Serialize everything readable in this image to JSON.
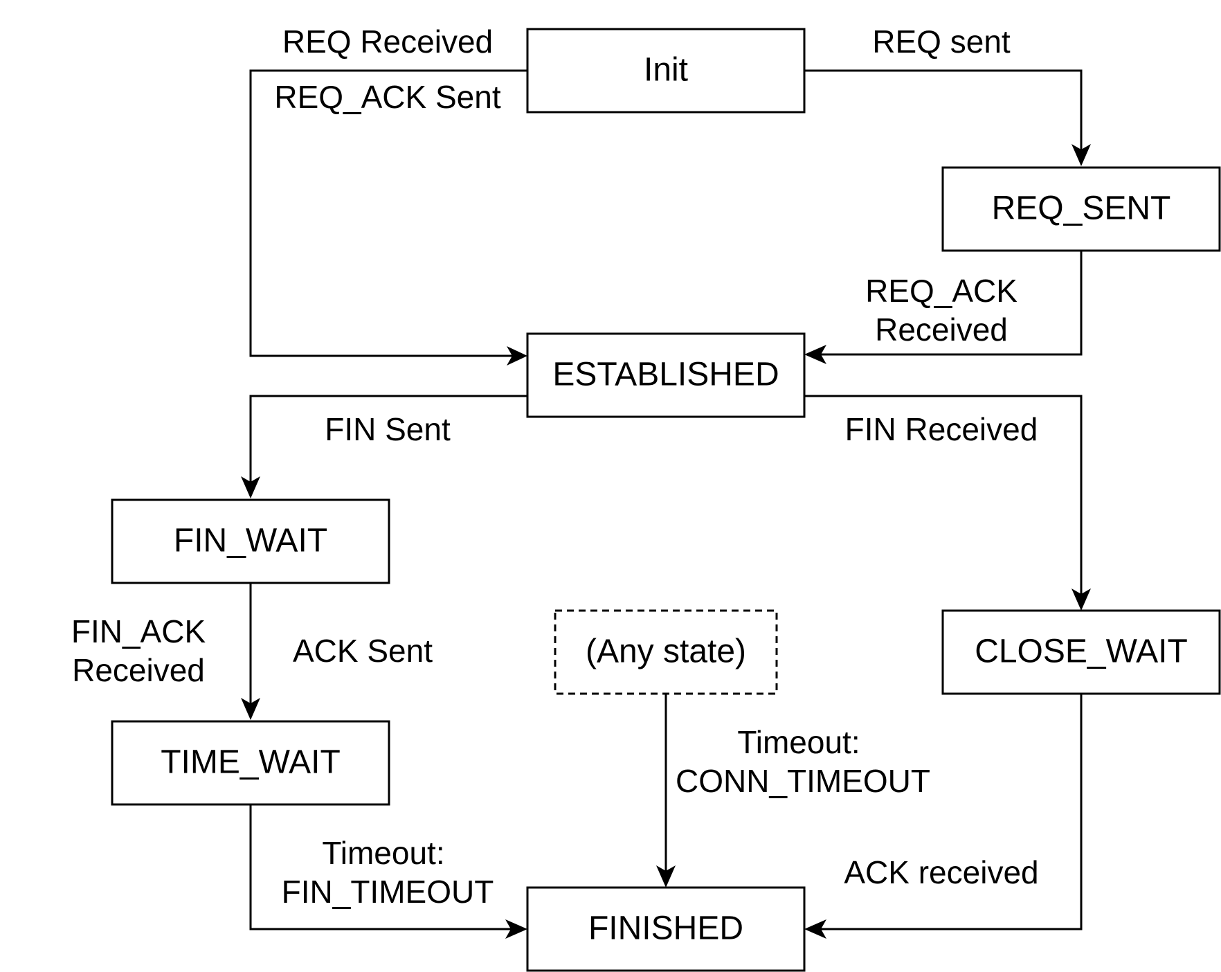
{
  "states": {
    "init": "Init",
    "req_sent": "REQ_SENT",
    "established": "ESTABLISHED",
    "fin_wait": "FIN_WAIT",
    "time_wait": "TIME_WAIT",
    "close_wait": "CLOSE_WAIT",
    "any_state": "(Any state)",
    "finished": "FINISHED"
  },
  "transitions": {
    "init_to_established": [
      "REQ Received",
      "REQ_ACK Sent"
    ],
    "init_to_req_sent": [
      "REQ sent"
    ],
    "req_sent_to_established": [
      "REQ_ACK",
      "Received"
    ],
    "established_to_fin_wait": [
      "FIN Sent"
    ],
    "established_to_close_wait": [
      "FIN Received"
    ],
    "fin_wait_to_time_wait_left": [
      "FIN_ACK",
      "Received"
    ],
    "fin_wait_to_time_wait_right": [
      "ACK Sent"
    ],
    "any_state_to_finished": [
      "Timeout:",
      "CONN_TIMEOUT"
    ],
    "time_wait_to_finished": [
      "Timeout:",
      "FIN_TIMEOUT"
    ],
    "close_wait_to_finished": [
      "ACK received"
    ]
  }
}
